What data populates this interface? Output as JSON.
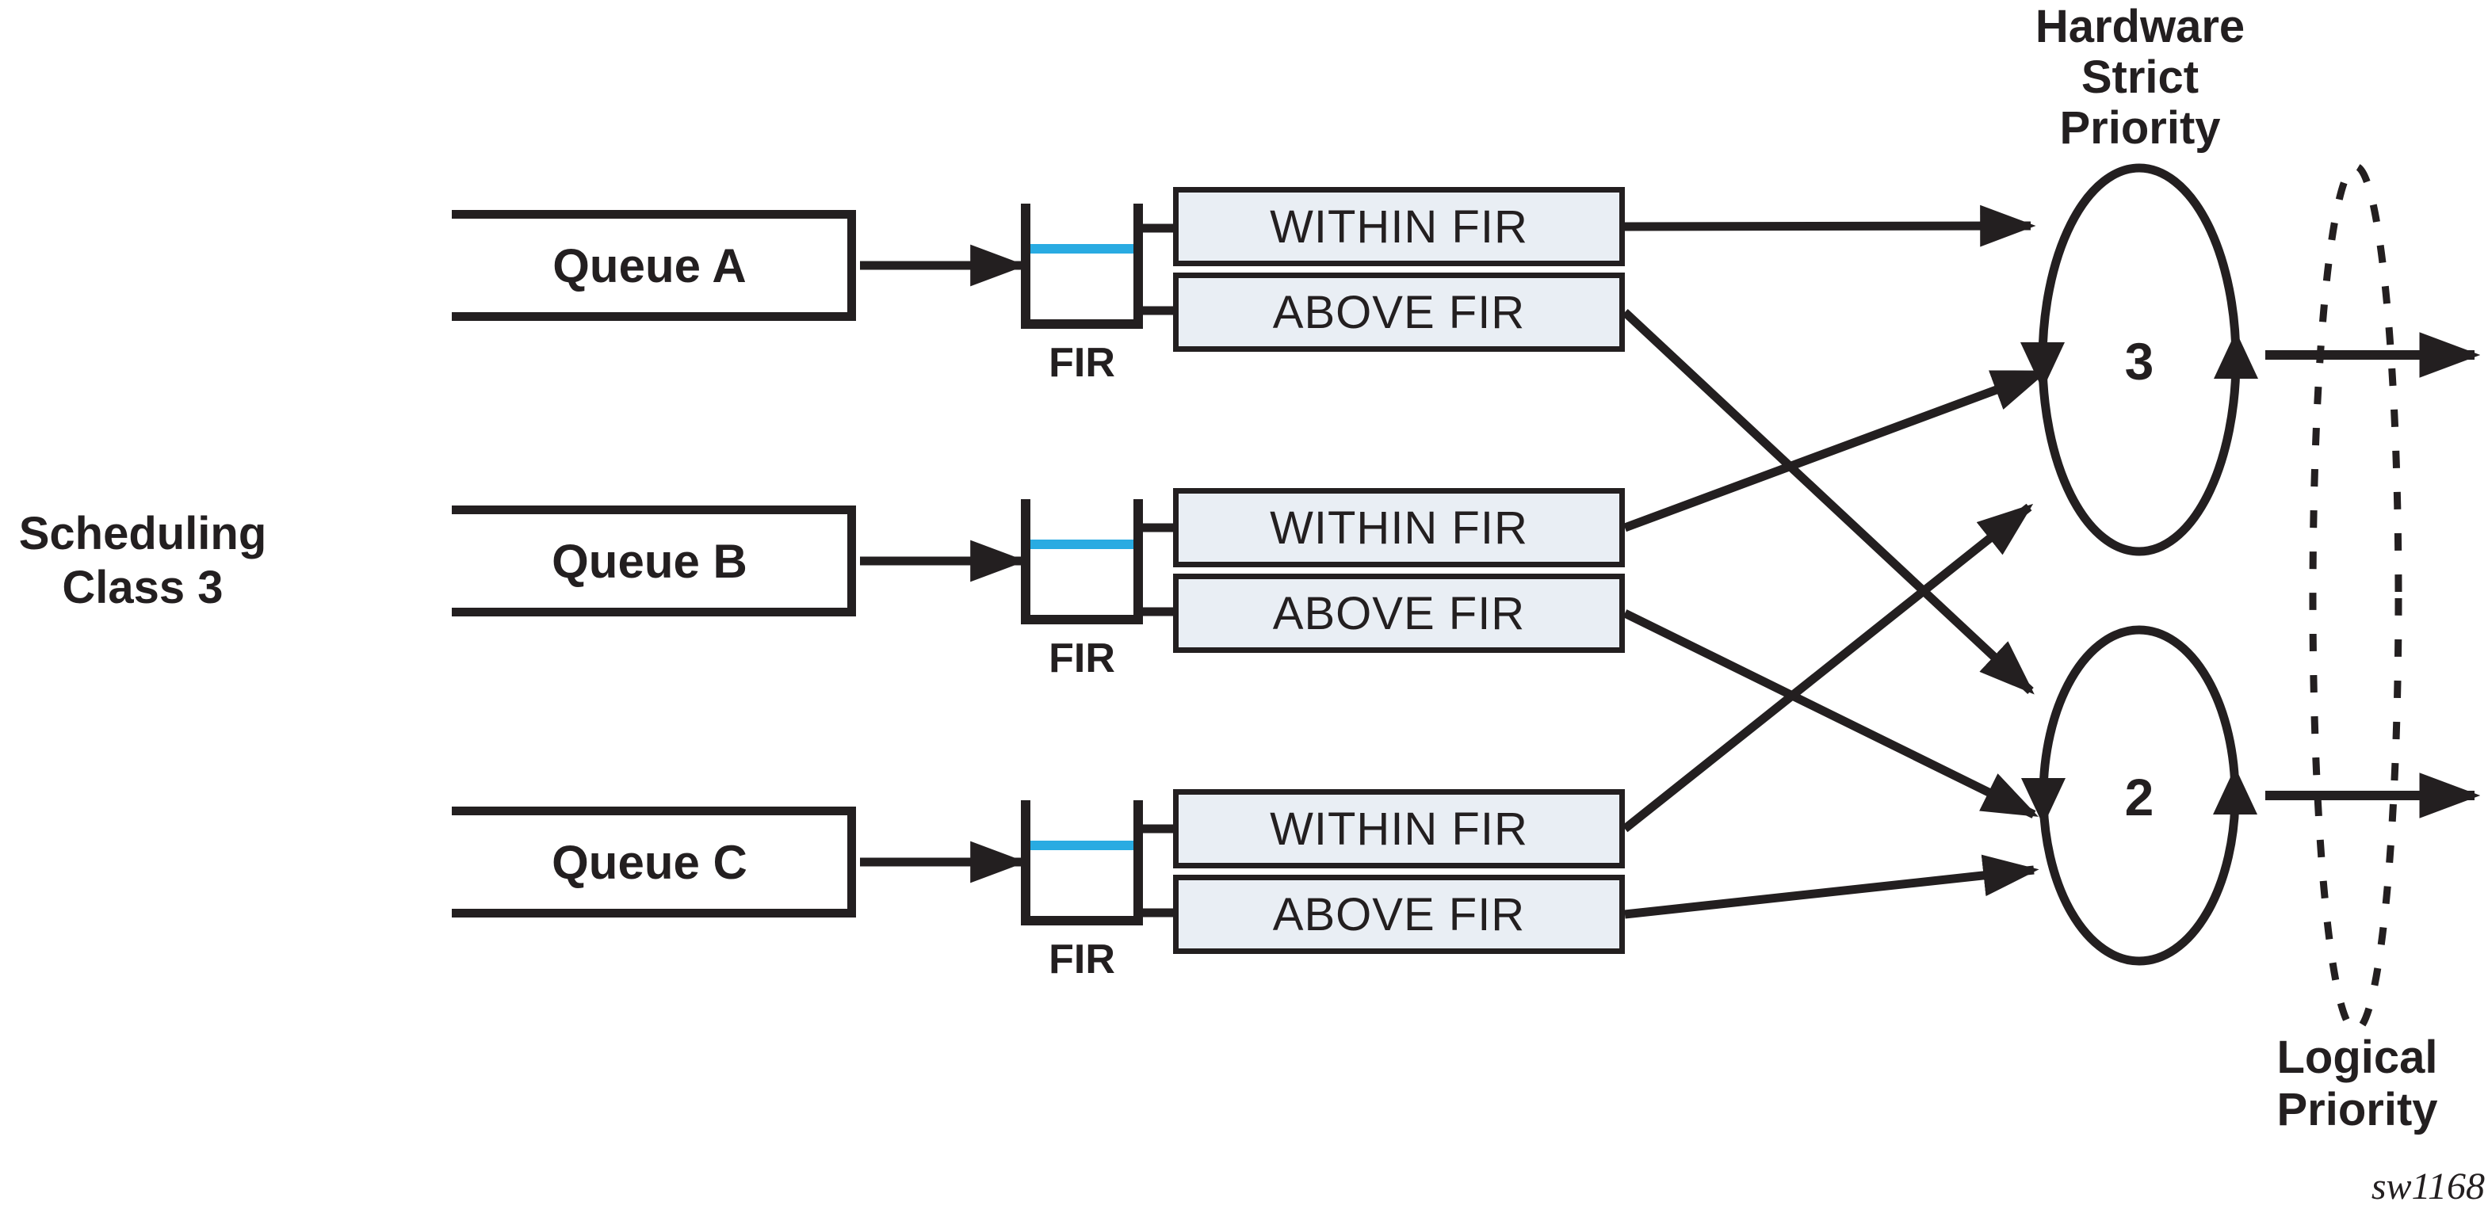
{
  "diagram": {
    "left_label": "Scheduling\nClass 3",
    "hardware_label": "Hardware\nStrict\nPriority",
    "logical_label": "Logical\nPriority",
    "watermark": "sw1168",
    "colors": {
      "stroke": "#231F20",
      "state_box_fill": "#E9EEF4",
      "fir_level_blue": "#29ABE2",
      "background": "#FFFFFF"
    },
    "rows": [
      {
        "queue": "Queue A",
        "bucket_label": "FIR",
        "within": "WITHIN FIR",
        "above": "ABOVE FIR"
      },
      {
        "queue": "Queue B",
        "bucket_label": "FIR",
        "within": "WITHIN FIR",
        "above": "ABOVE FIR"
      },
      {
        "queue": "Queue C",
        "bucket_label": "FIR",
        "within": "WITHIN FIR",
        "above": "ABOVE FIR"
      }
    ],
    "priority_nodes": [
      {
        "value": "3"
      },
      {
        "value": "2"
      }
    ],
    "connections": [
      "WITHIN FIR A -> priority 3",
      "ABOVE FIR A -> priority 2",
      "WITHIN FIR B -> priority 3",
      "ABOVE FIR B -> priority 2",
      "WITHIN FIR C -> priority 3",
      "ABOVE FIR C -> priority 2"
    ]
  }
}
